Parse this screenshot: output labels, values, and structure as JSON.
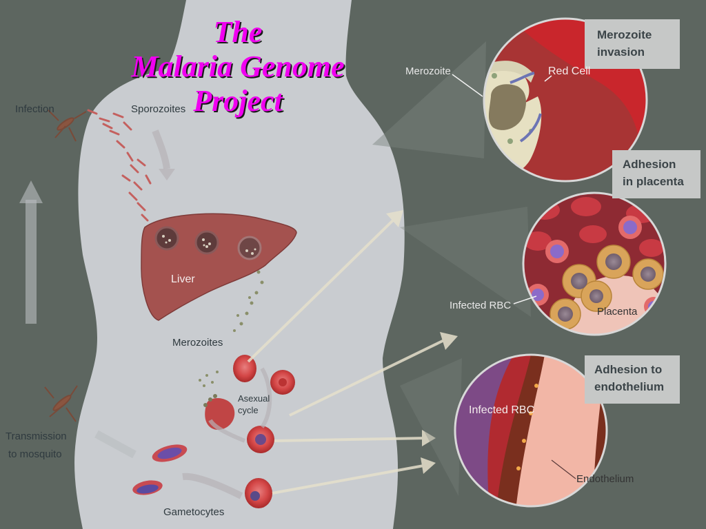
{
  "slide": {
    "title_lines": [
      "The",
      "Malaria Genome",
      "Project"
    ]
  },
  "labels": {
    "infection": "Infection",
    "sporozoites": "Sporozoites",
    "liver": "Liver",
    "merozoites": "Merozoites",
    "asexual_cycle_1": "Asexual",
    "asexual_cycle_2": "cycle",
    "gametocytes": "Gametocytes",
    "transmission_1": "Transmission",
    "transmission_2": "to mosquito"
  },
  "panels": {
    "merozoite_invasion": {
      "box_line1": "Merozoite",
      "box_line2": "invasion",
      "merozoite": "Merozoite",
      "red_cell": "Red Cell"
    },
    "adhesion_placenta": {
      "box_line1": "Adhesion",
      "box_line2": "in placenta",
      "infected_rbc": "Infected RBC",
      "placenta": "Placenta"
    },
    "adhesion_endothelium": {
      "box_line1": "Adhesion to",
      "box_line2": "endothelium",
      "infected_rbc": "Infected RBC",
      "endothelium": "Endothelium"
    }
  },
  "colors": {
    "background": "#5d6660",
    "body_silhouette": "#c9ccd0",
    "title": "#f000f0",
    "liver": "#a4524f",
    "red_cell": "#c4262d"
  }
}
